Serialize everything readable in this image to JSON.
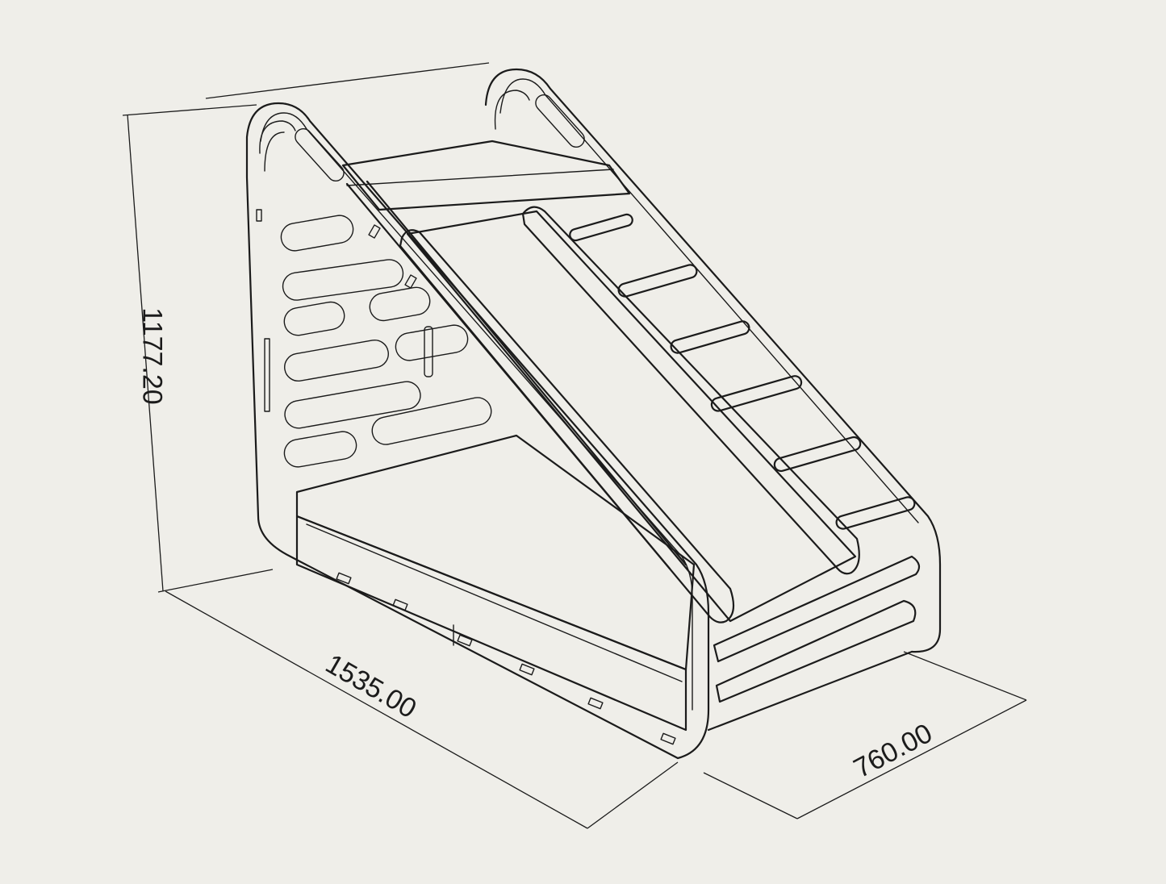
{
  "drawing": {
    "dimensions": {
      "height": "1177.20",
      "length": "1535.00",
      "width": "760.00"
    }
  },
  "colors": {
    "paper": "#efeee9",
    "ink": "#1b1b1b"
  }
}
